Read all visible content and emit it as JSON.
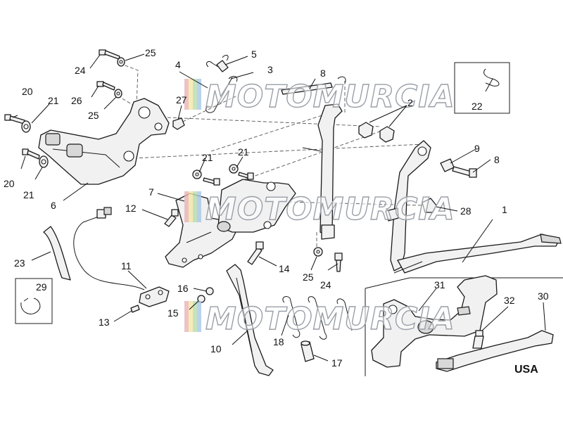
{
  "diagram": {
    "part_labels": {
      "p1": "1",
      "p2": "2",
      "p3": "3",
      "p4": "4",
      "p5": "5",
      "p6": "6",
      "p7": "7",
      "p8a": "8",
      "p8b": "8",
      "p9": "9",
      "p10": "10",
      "p11": "11",
      "p12": "12",
      "p13": "13",
      "p14": "14",
      "p15": "15",
      "p16": "16",
      "p17": "17",
      "p18": "18",
      "p20a": "20",
      "p20b": "20",
      "p21a": "21",
      "p21b": "21",
      "p21c": "21",
      "p21d": "21",
      "p22": "22",
      "p23": "23",
      "p24a": "24",
      "p24b": "24",
      "p25a": "25",
      "p25b": "25",
      "p25c": "25",
      "p26": "26",
      "p27": "27",
      "p28": "28",
      "p29": "29",
      "p30": "30",
      "p31": "31",
      "p32": "32"
    },
    "region_label": "USA",
    "watermark": "MOTOMURCIA",
    "watermark_colors": [
      "#e8b4b8",
      "#f5e6a3",
      "#b8dcb0",
      "#a8c8e8"
    ]
  }
}
